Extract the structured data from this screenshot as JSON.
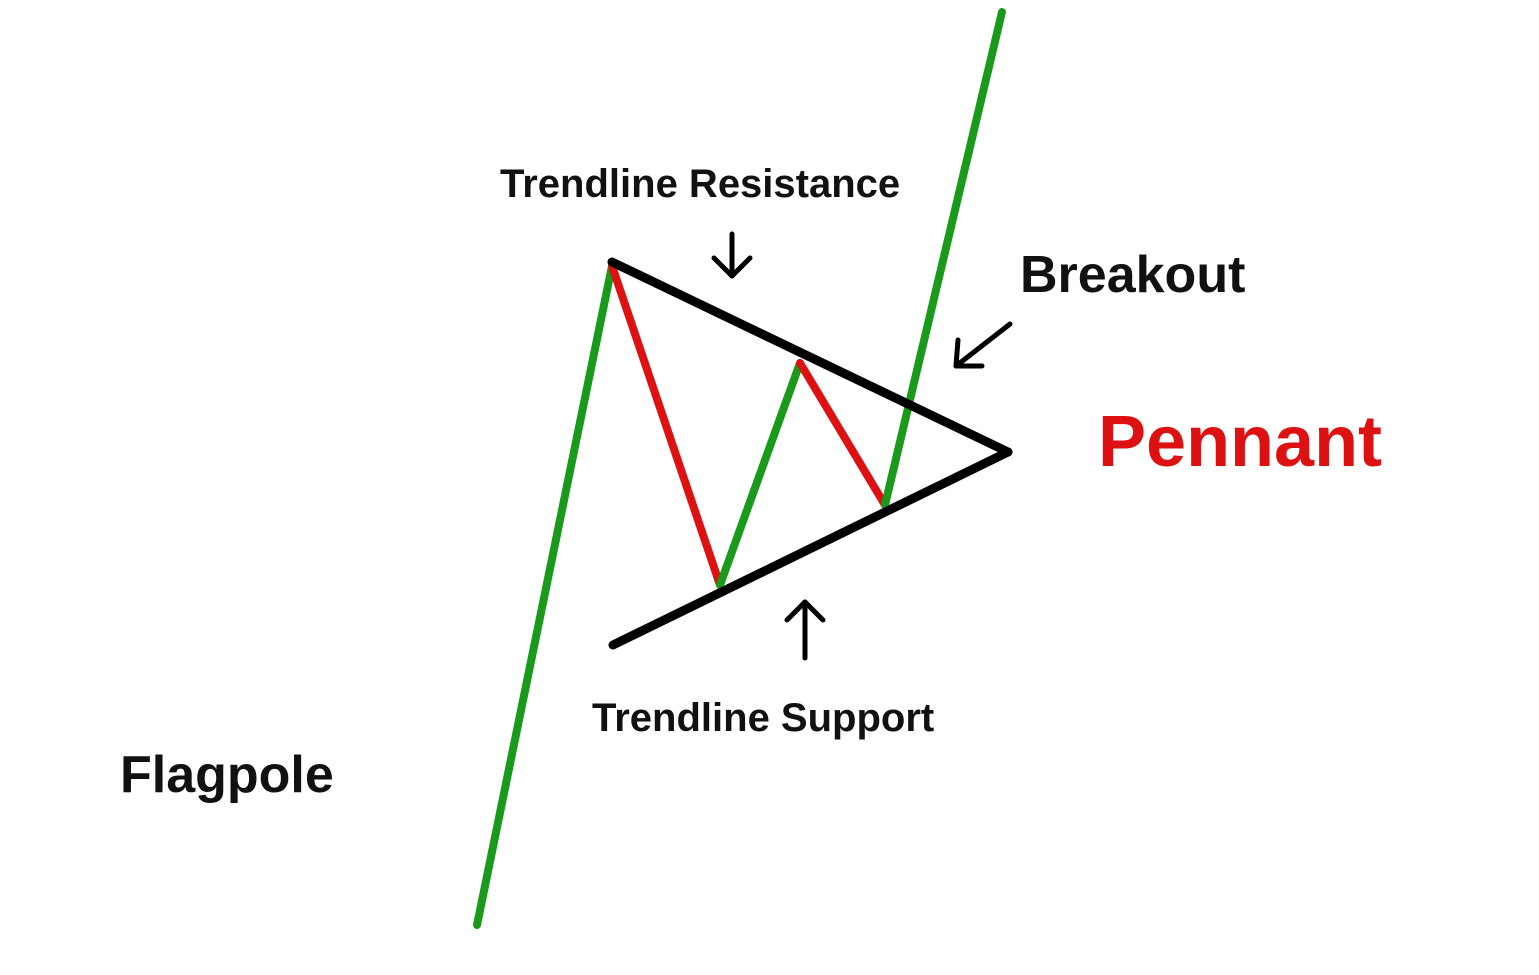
{
  "colors": {
    "background": "#ffffff",
    "up_move": "#1a9a1a",
    "down_move": "#dd1111",
    "trendline": "#000000",
    "label_text": "#111111",
    "pennant_text": "#dd1111"
  },
  "labels": {
    "trendline_resistance": "Trendline Resistance",
    "breakout": "Breakout",
    "pennant": "Pennant",
    "trendline_support": "Trendline Support",
    "flagpole": "Flagpole"
  },
  "icons": {
    "resistance_arrow": "arrow-down-icon",
    "support_arrow": "arrow-up-icon",
    "breakout_arrow": "arrow-down-left-icon"
  }
}
